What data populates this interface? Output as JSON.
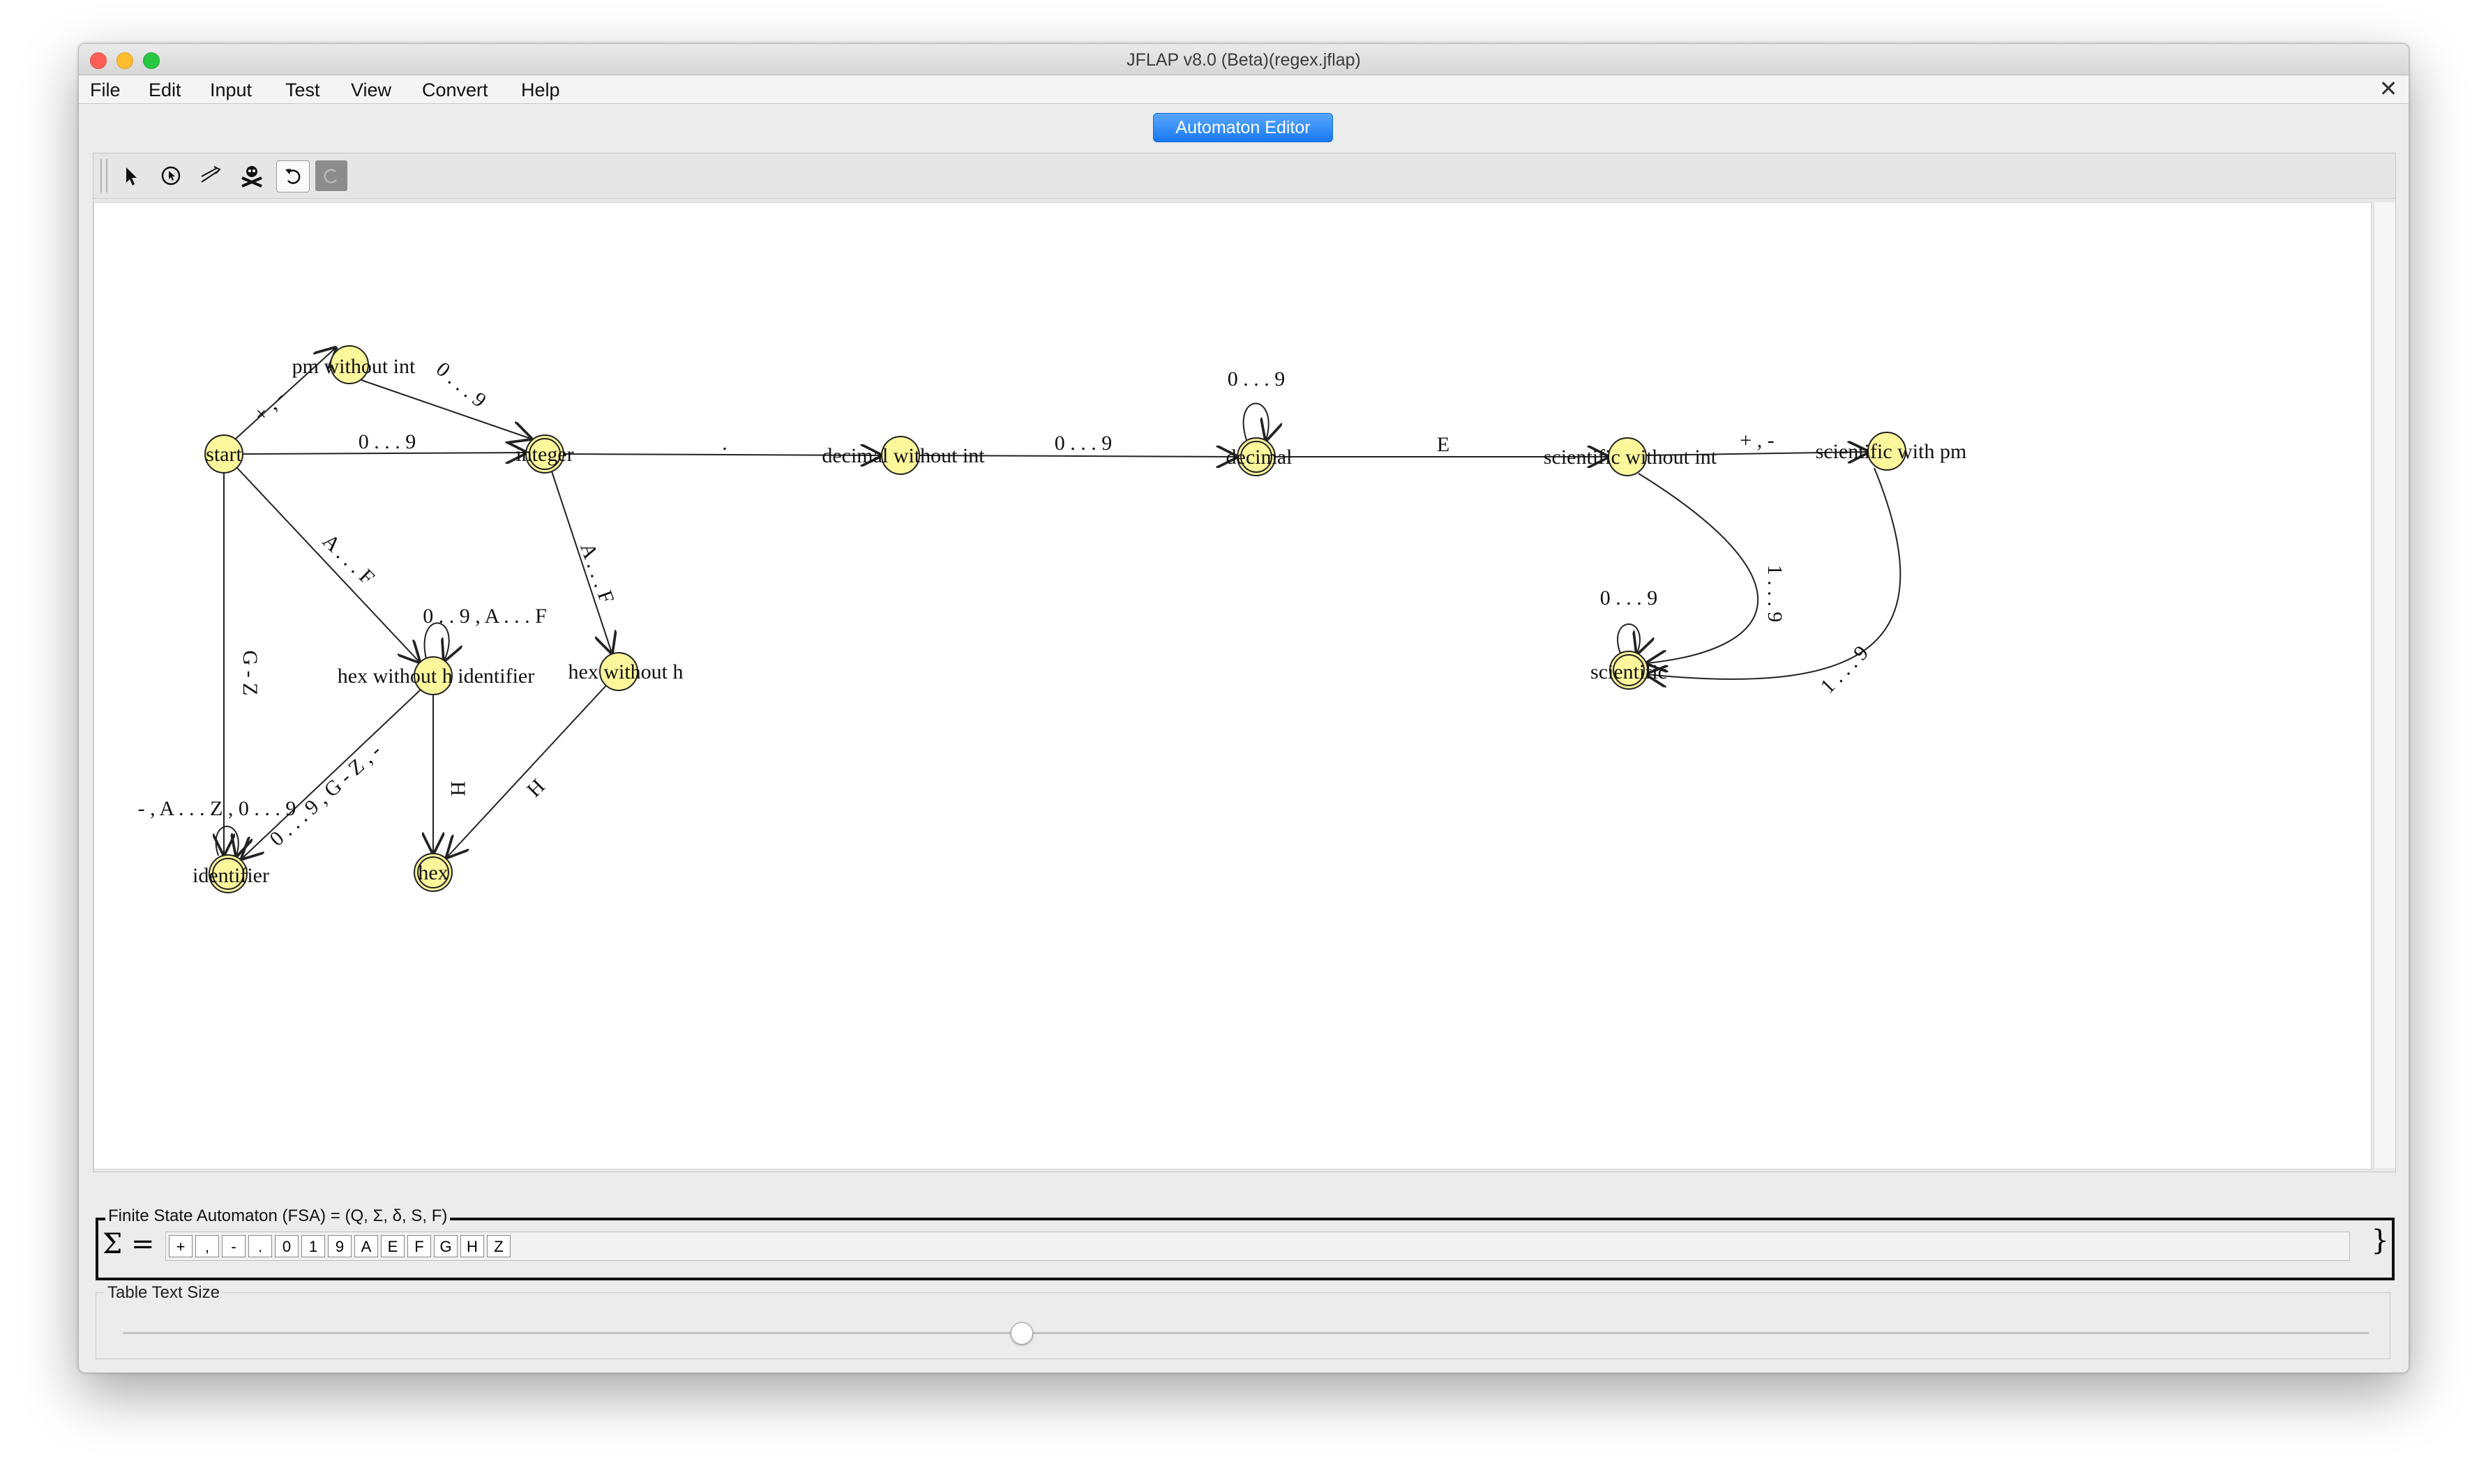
{
  "window": {
    "title": "JFLAP v8.0 (Beta)(regex.jflap)"
  },
  "menubar": {
    "items": [
      "File",
      "Edit",
      "Input",
      "Test",
      "View",
      "Convert",
      "Help"
    ],
    "close_glyph": "✕"
  },
  "tab": {
    "label": "Automaton Editor"
  },
  "toolbar": {
    "tools": [
      "attribute-editor-icon",
      "state-creator-icon",
      "transition-creator-icon",
      "deleter-icon",
      "undo-icon",
      "redo-icon"
    ]
  },
  "automaton": {
    "state_fill": "#fdf79c",
    "states": [
      {
        "id": "start",
        "label": "start"
      },
      {
        "id": "pm",
        "label": "pm without int"
      },
      {
        "id": "integer",
        "label": "integer"
      },
      {
        "id": "decimal_wo",
        "label": "decimal without int"
      },
      {
        "id": "decimal",
        "label": "decimal"
      },
      {
        "id": "sci_wo",
        "label": "scientific without int"
      },
      {
        "id": "sci_pm",
        "label": "scientific with pm"
      },
      {
        "id": "scientific",
        "label": "scientific"
      },
      {
        "id": "hexid",
        "label": "hex without h identifier"
      },
      {
        "id": "hexwo",
        "label": "hex without h"
      },
      {
        "id": "identifier",
        "label": "identifier"
      },
      {
        "id": "hex",
        "label": "hex"
      }
    ],
    "transitions": [
      {
        "from": "start",
        "to": "pm",
        "label": "+ , -"
      },
      {
        "from": "pm",
        "to": "integer",
        "label": "0 . . . 9"
      },
      {
        "from": "start",
        "to": "integer",
        "label": "0 . . . 9"
      },
      {
        "from": "integer",
        "to": "decimal_wo",
        "label": "."
      },
      {
        "from": "decimal_wo",
        "to": "decimal",
        "label": "0 . . . 9"
      },
      {
        "from": "decimal",
        "to": "decimal",
        "label": "0 . . . 9"
      },
      {
        "from": "decimal",
        "to": "sci_wo",
        "label": "E"
      },
      {
        "from": "sci_wo",
        "to": "sci_pm",
        "label": "+ , -"
      },
      {
        "from": "sci_wo",
        "to": "scientific",
        "label": "1 . . . 9"
      },
      {
        "from": "sci_pm",
        "to": "scientific",
        "label": "1 . . . 9"
      },
      {
        "from": "scientific",
        "to": "scientific",
        "label": "0 . . . 9"
      },
      {
        "from": "start",
        "to": "hexid",
        "label": "A . . . F"
      },
      {
        "from": "hexid",
        "to": "hexid",
        "label": "0 . . 9 , A . . . F"
      },
      {
        "from": "start",
        "to": "identifier",
        "label": "G - Z"
      },
      {
        "from": "integer",
        "to": "hexwo",
        "label": "A . . . F"
      },
      {
        "from": "hexid",
        "to": "identifier",
        "label": "0 . . . 9 , G - Z , -"
      },
      {
        "from": "hexid",
        "to": "hex",
        "label": "H"
      },
      {
        "from": "hexwo",
        "to": "hex",
        "label": "H"
      },
      {
        "from": "identifier",
        "to": "identifier",
        "label": "- , A . . . Z , 0 . . . 9"
      }
    ]
  },
  "fsa": {
    "label": "Finite State Automaton (FSA) = (Q, Σ, δ, S, F)",
    "sigma_prefix": "Σ = {",
    "sigma_suffix": "}",
    "symbols": [
      "+",
      ",",
      "-",
      ".",
      "0",
      "1",
      "9",
      "A",
      "E",
      "F",
      "G",
      "H",
      "Z"
    ]
  },
  "table_text_size": {
    "label": "Table Text Size",
    "value_fraction": 0.4
  }
}
